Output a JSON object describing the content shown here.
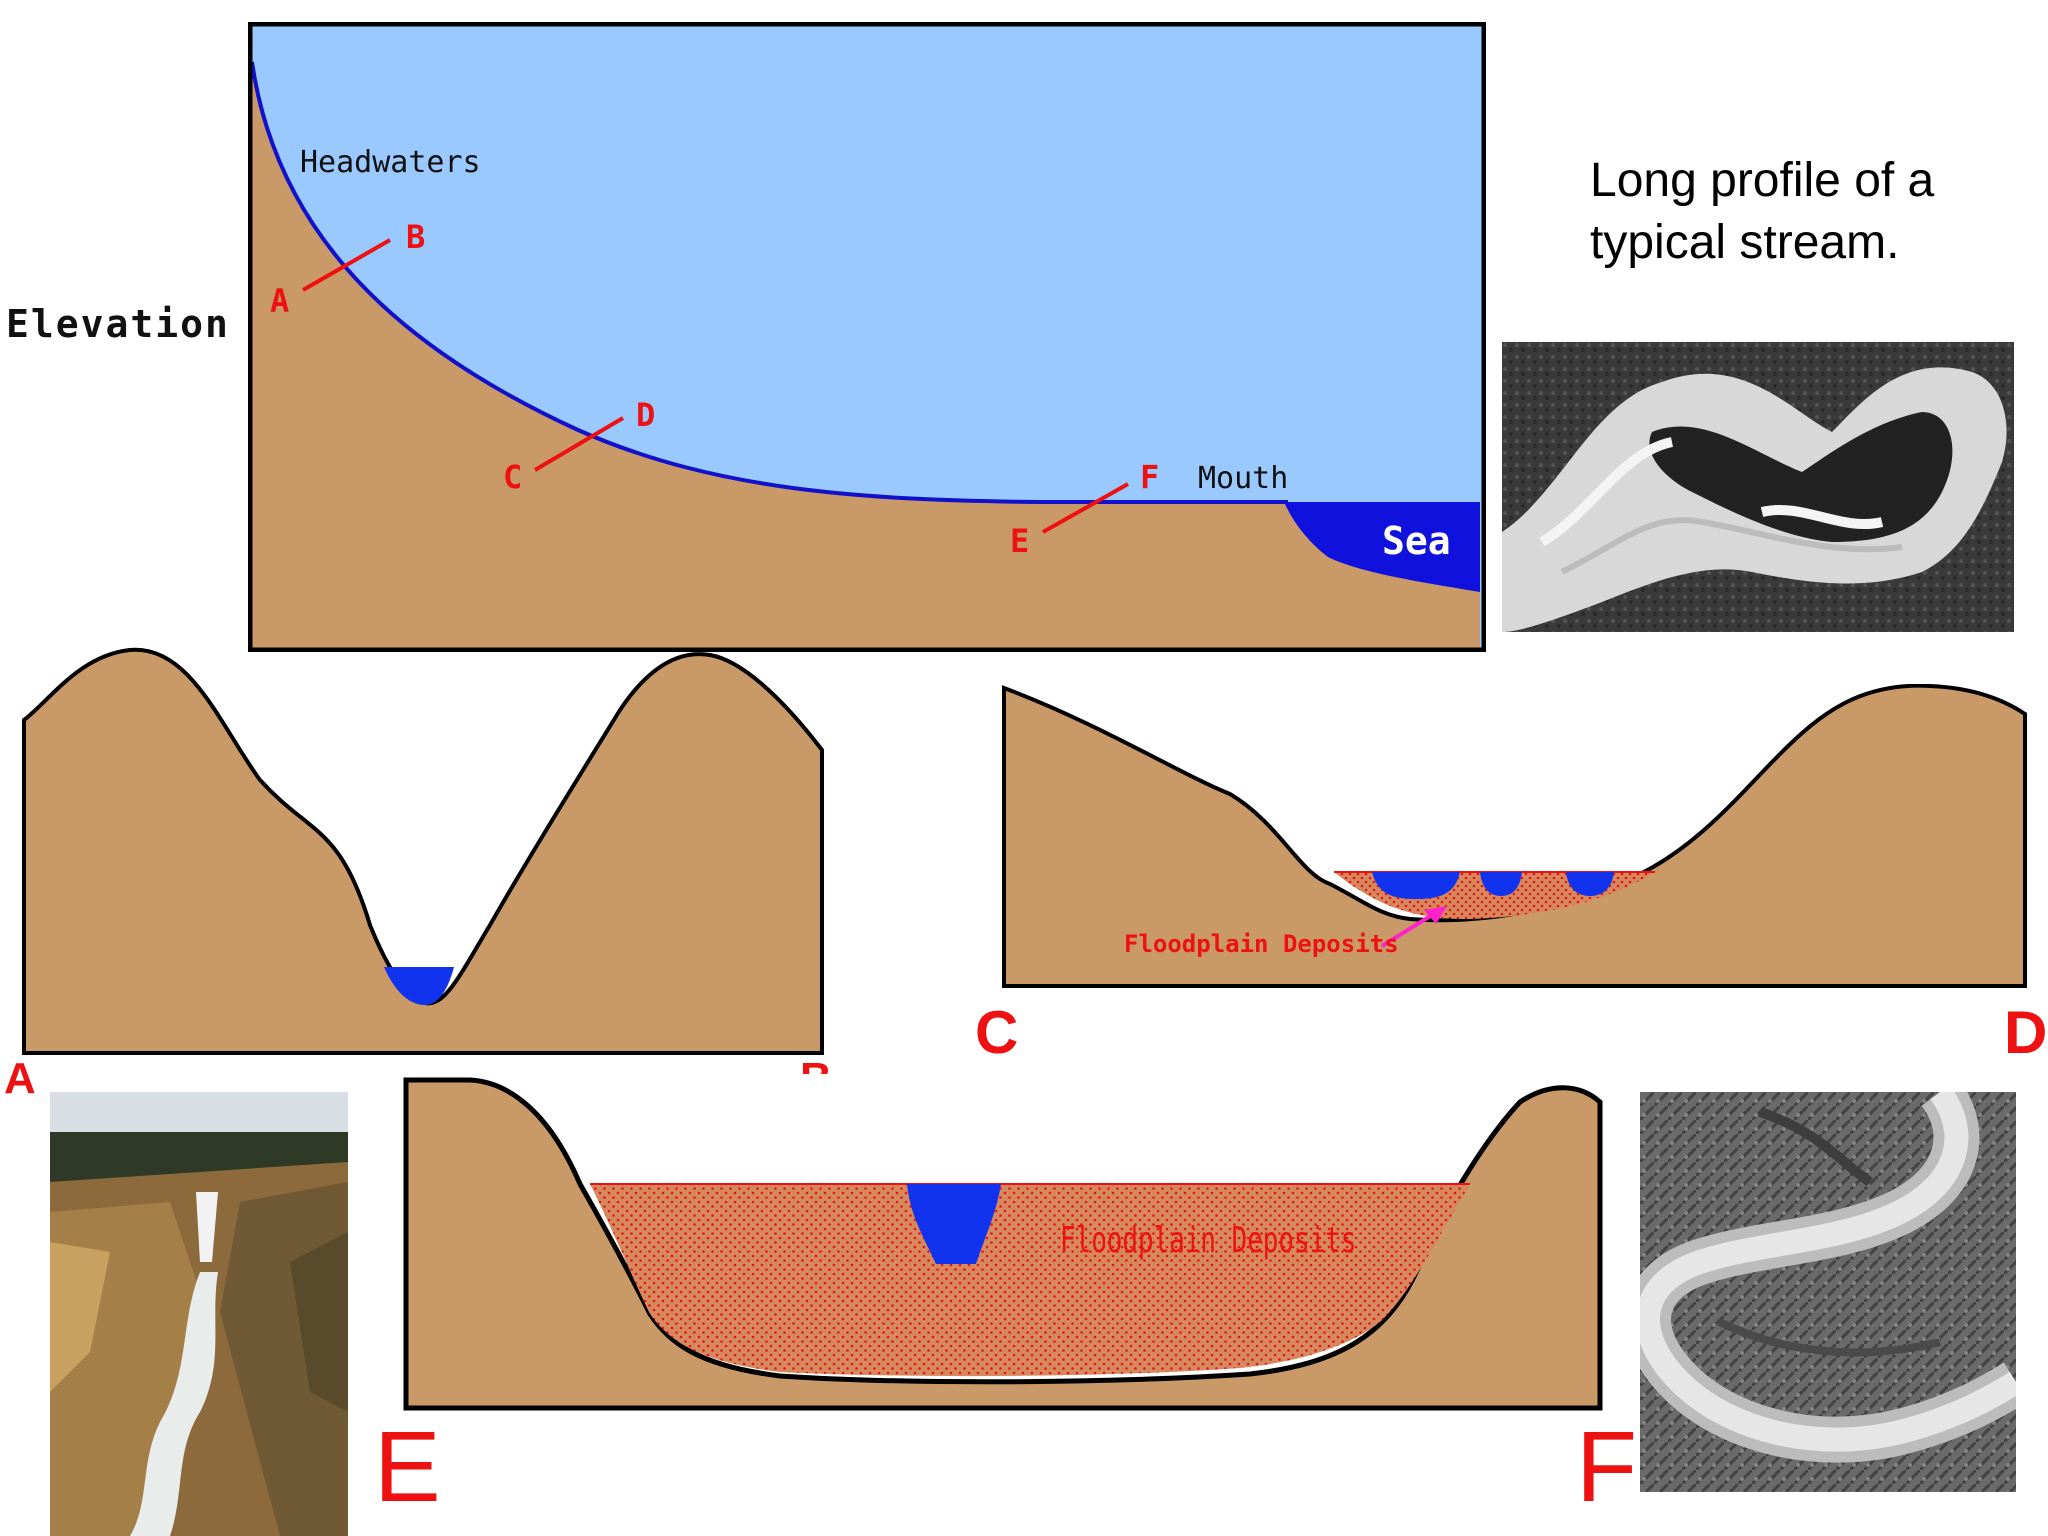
{
  "title": "Long profile of a typical stream.",
  "elevation_label": "Elevation",
  "profile": {
    "headwaters_label": "Headwaters",
    "mouth_label": "Mouth",
    "sea_label": "Sea",
    "markers": [
      "A",
      "B",
      "C",
      "D",
      "E",
      "F"
    ]
  },
  "sections": {
    "ab": {
      "left": "A",
      "right": "B"
    },
    "cd": {
      "left": "C",
      "right": "D",
      "deposit_label": "Floodplain Deposits"
    },
    "ef": {
      "left": "E",
      "right": "F",
      "deposit_label": "Floodplain Deposits"
    }
  },
  "colors": {
    "sky": "#99c9ff",
    "land": "#c99a67",
    "water": "#1133ee",
    "marker": "#ee1111",
    "arrow": "#ff22cc"
  }
}
